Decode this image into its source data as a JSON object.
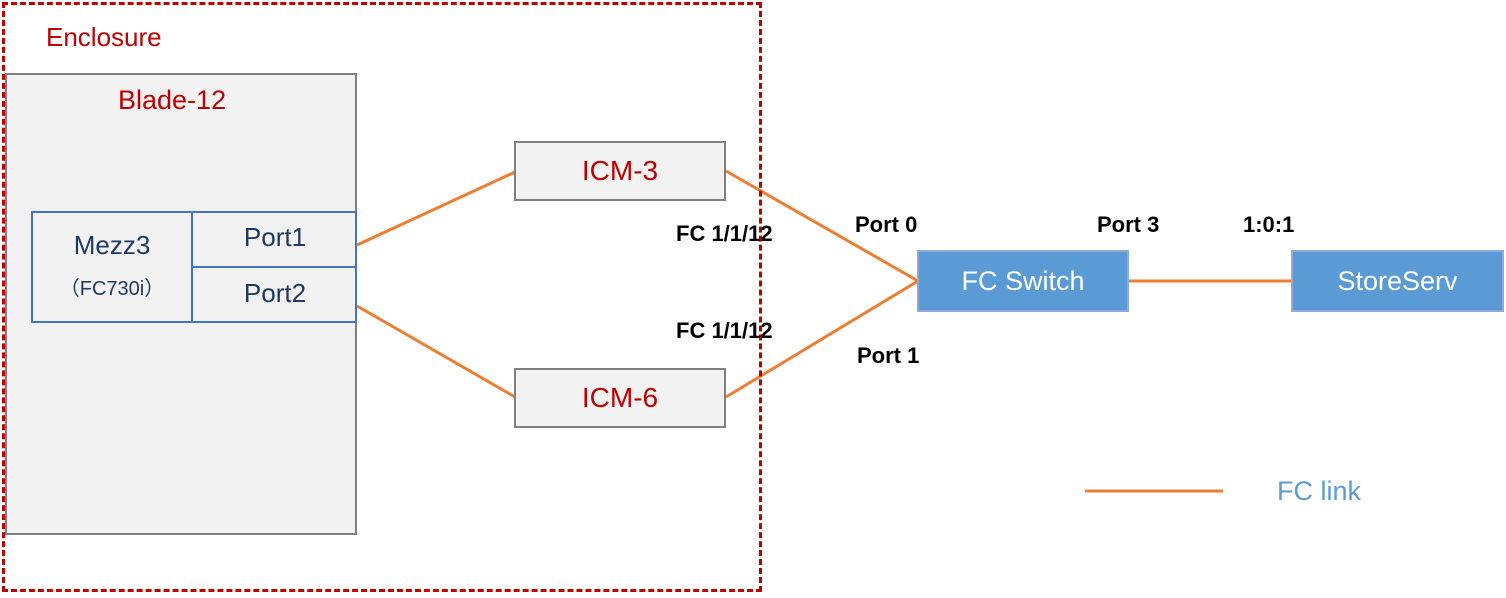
{
  "enclosure": {
    "label": "Enclosure"
  },
  "blade": {
    "label": "Blade-12"
  },
  "mezz": {
    "title": "Mezz3",
    "subtitle": "（FC730i）",
    "port1": "Port1",
    "port2": "Port2"
  },
  "icm_top": {
    "label": "ICM-3",
    "port_label": "FC 1/1/12"
  },
  "icm_bottom": {
    "label": "ICM-6",
    "port_label": "FC 1/1/12"
  },
  "fc_switch": {
    "label": "FC Switch",
    "port0": "Port 0",
    "port1": "Port 1",
    "port3": "Port 3"
  },
  "storage": {
    "label": "StoreServ",
    "port_label": "1:0:1"
  },
  "legend": {
    "label": "FC link"
  },
  "colors": {
    "enclosure": "#c00000",
    "link": "#ed7d31",
    "switch": "#5b9bd5",
    "mezz_border": "#4472c4"
  }
}
